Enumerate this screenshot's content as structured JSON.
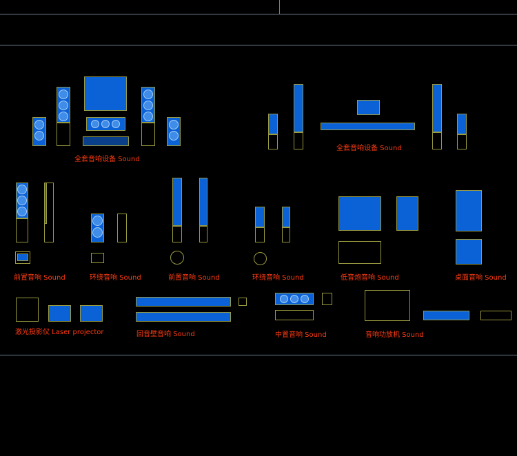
{
  "colors": {
    "background": "#000000",
    "fill": "#0b62d6",
    "outline": "#9a9a40",
    "label": "#ff3b12",
    "frame": "#6f8294"
  },
  "labels": {
    "full_set_1": "全套音响设备 Sound",
    "full_set_2": "全套音响设备 Sound",
    "front_1": "前置音响 Sound",
    "surround_1": "环绕音响 Sound",
    "front_2": "前置音响 Sound",
    "surround_2": "环绕音响 Sound",
    "subwoofer": "低音炮音响 Sound",
    "desktop": "桌面音响 Sound",
    "projector": "激光投影仪 Laser projector",
    "soundbar": "回音壁音响 Sound",
    "center": "中置音响 Sound",
    "amplifier": "音响功放机 Sound"
  }
}
